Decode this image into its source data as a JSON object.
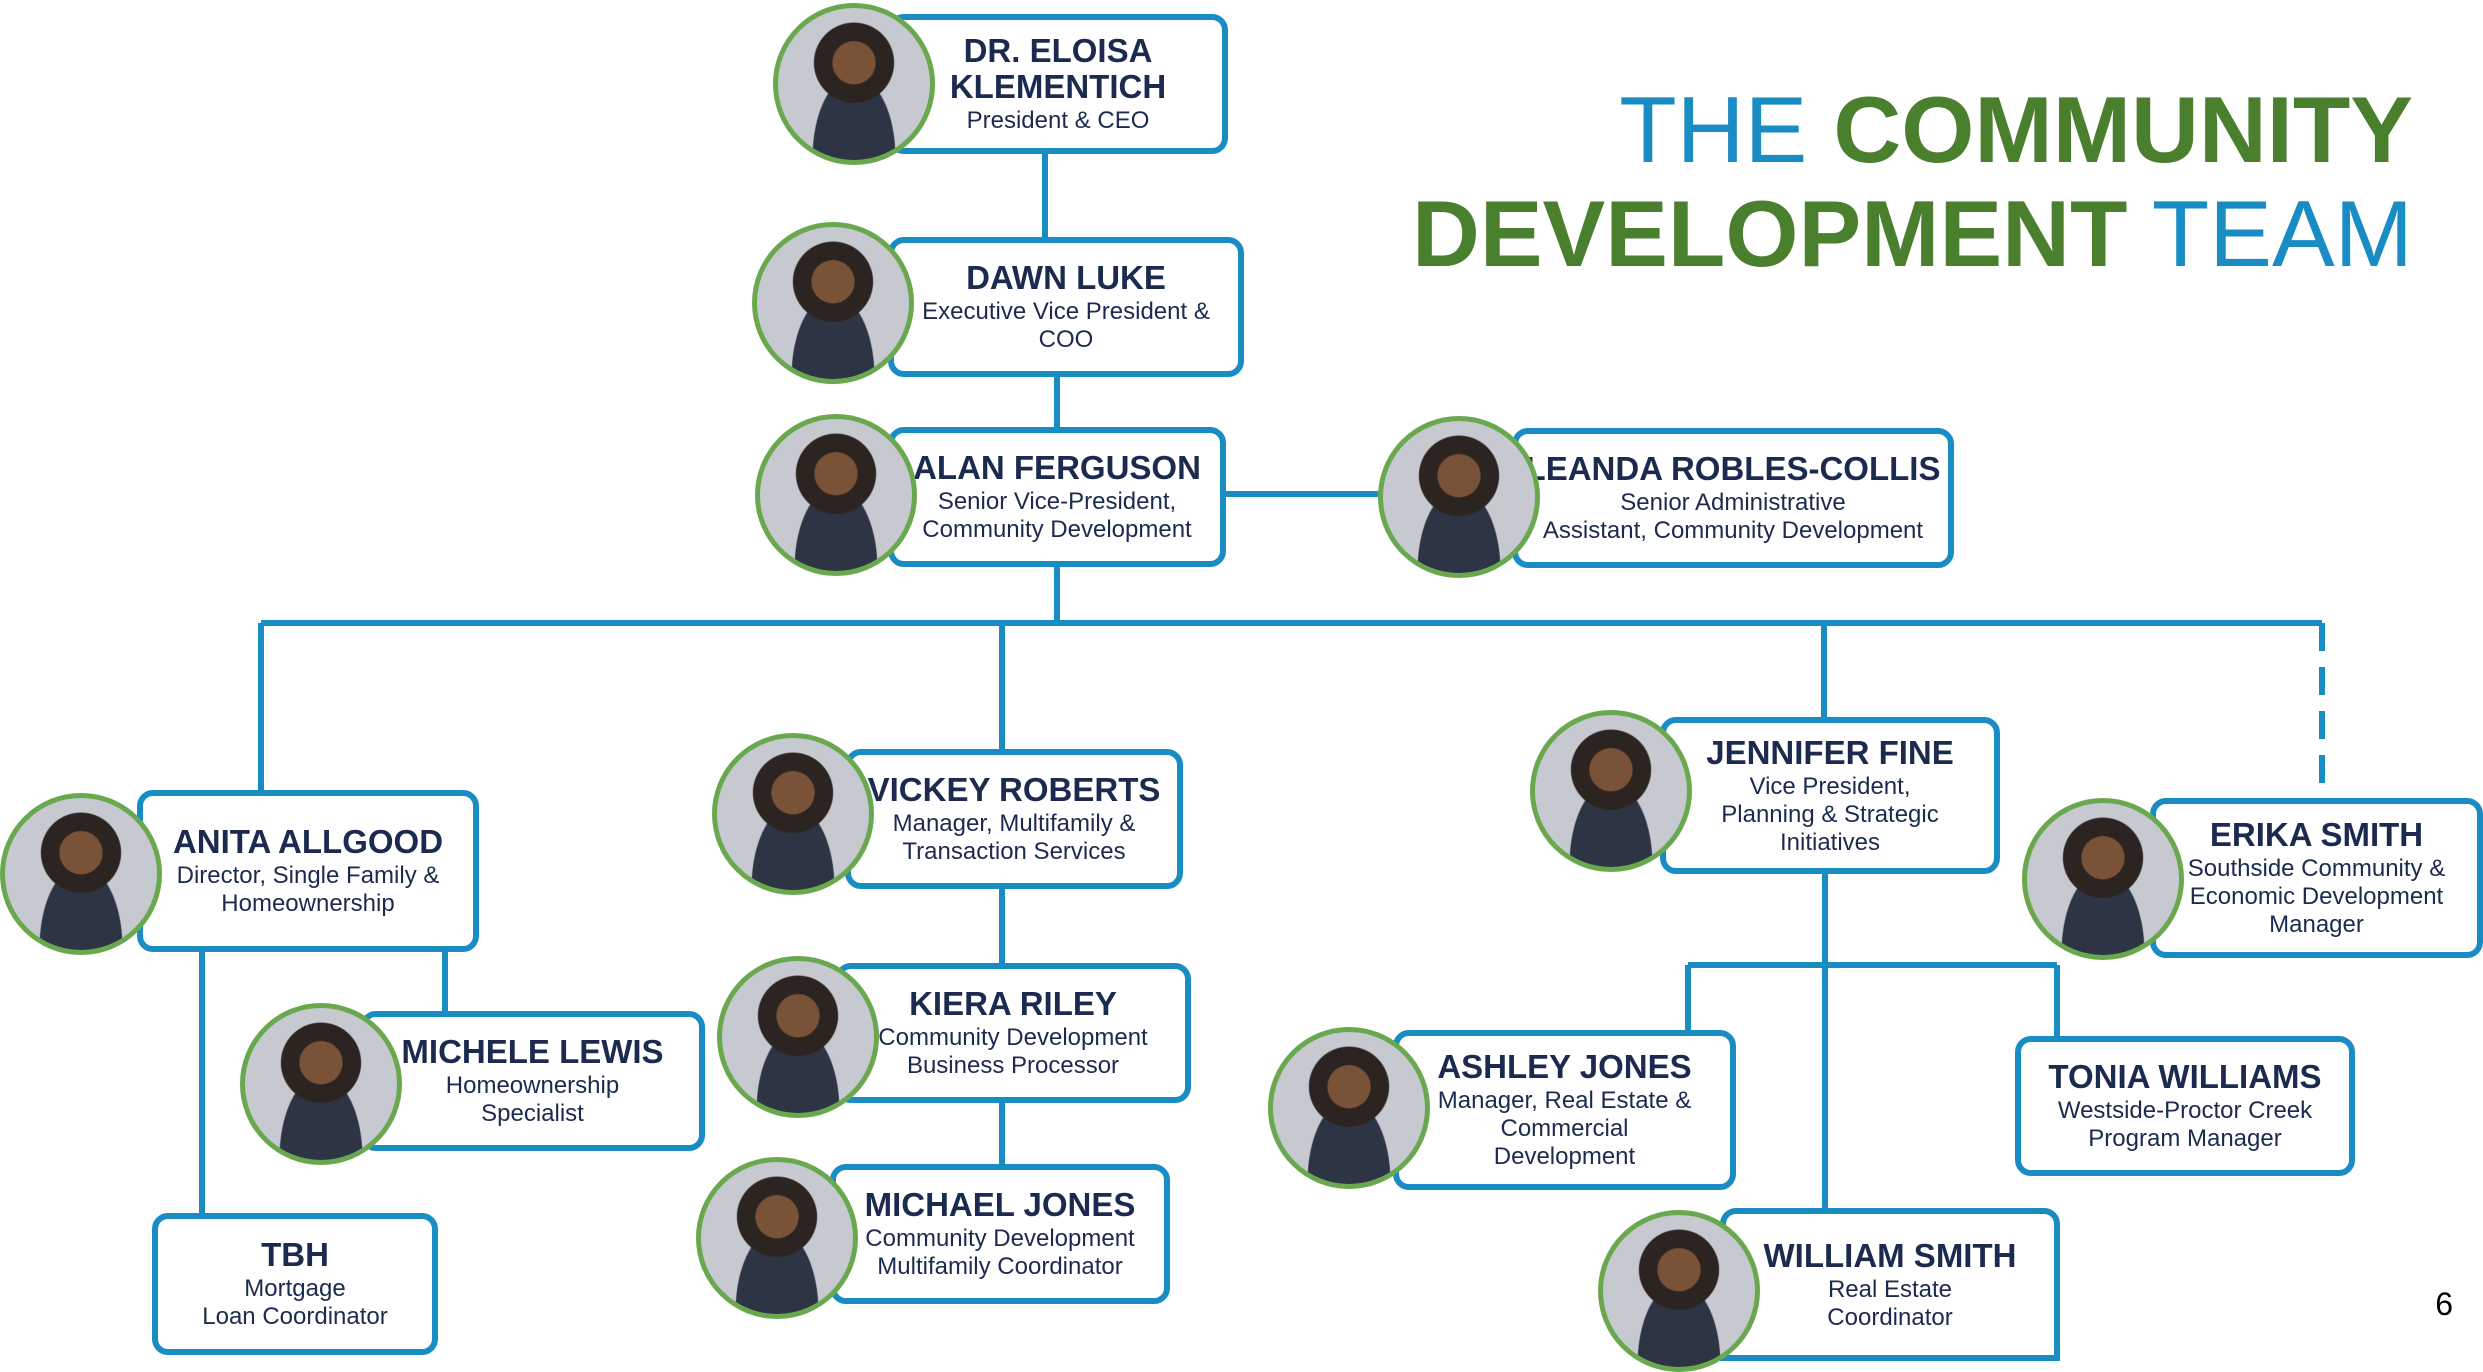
{
  "title": {
    "line1_part1": "THE ",
    "line1_part2": "COMMUNITY",
    "line2_part1": "DEVELOPMENT",
    "line2_part2": " TEAM"
  },
  "page_number": "6",
  "colors": {
    "box_border": "#1a8cc4",
    "photo_ring": "#6aa84f",
    "title_blue": "#1a8cc4",
    "title_green": "#4a7f2e",
    "text_navy": "#1b2a4e"
  },
  "people": {
    "eloisa": {
      "name": "DR. ELOISA\nKLEMENTICH",
      "role": "President & CEO"
    },
    "dawn": {
      "name": "DAWN LUKE",
      "role": "Executive Vice President &\nCOO"
    },
    "alan": {
      "name": "ALAN FERGUSON",
      "role": "Senior Vice-President,\nCommunity Development"
    },
    "leanda": {
      "name": "LEANDA ROBLES-COLLIS",
      "role": "Senior Administrative\nAssistant, Community Development"
    },
    "anita": {
      "name": "ANITA ALLGOOD",
      "role": "Director, Single Family &\nHomeownership"
    },
    "vickey": {
      "name": "VICKEY ROBERTS",
      "role": "Manager, Multifamily &\nTransaction Services"
    },
    "jennifer": {
      "name": "JENNIFER FINE",
      "role": "Vice President,\nPlanning & Strategic\nInitiatives"
    },
    "erika": {
      "name": "ERIKA SMITH",
      "role": "Southside Community &\nEconomic Development\nManager"
    },
    "michele": {
      "name": "MICHELE LEWIS",
      "role": "Homeownership\nSpecialist"
    },
    "kiera": {
      "name": "KIERA RILEY",
      "role": "Community Development\nBusiness Processor"
    },
    "ashley": {
      "name": "ASHLEY JONES",
      "role": "Manager, Real Estate &\nCommercial\nDevelopment"
    },
    "tonia": {
      "name": "TONIA WILLIAMS",
      "role": "Westside-Proctor Creek\nProgram Manager"
    },
    "michael": {
      "name": "MICHAEL JONES",
      "role": "Community Development\nMultifamily Coordinator"
    },
    "tbh": {
      "name": "TBH",
      "role": "Mortgage\nLoan Coordinator"
    },
    "william": {
      "name": "WILLIAM SMITH",
      "role": "Real Estate\nCoordinator"
    }
  }
}
